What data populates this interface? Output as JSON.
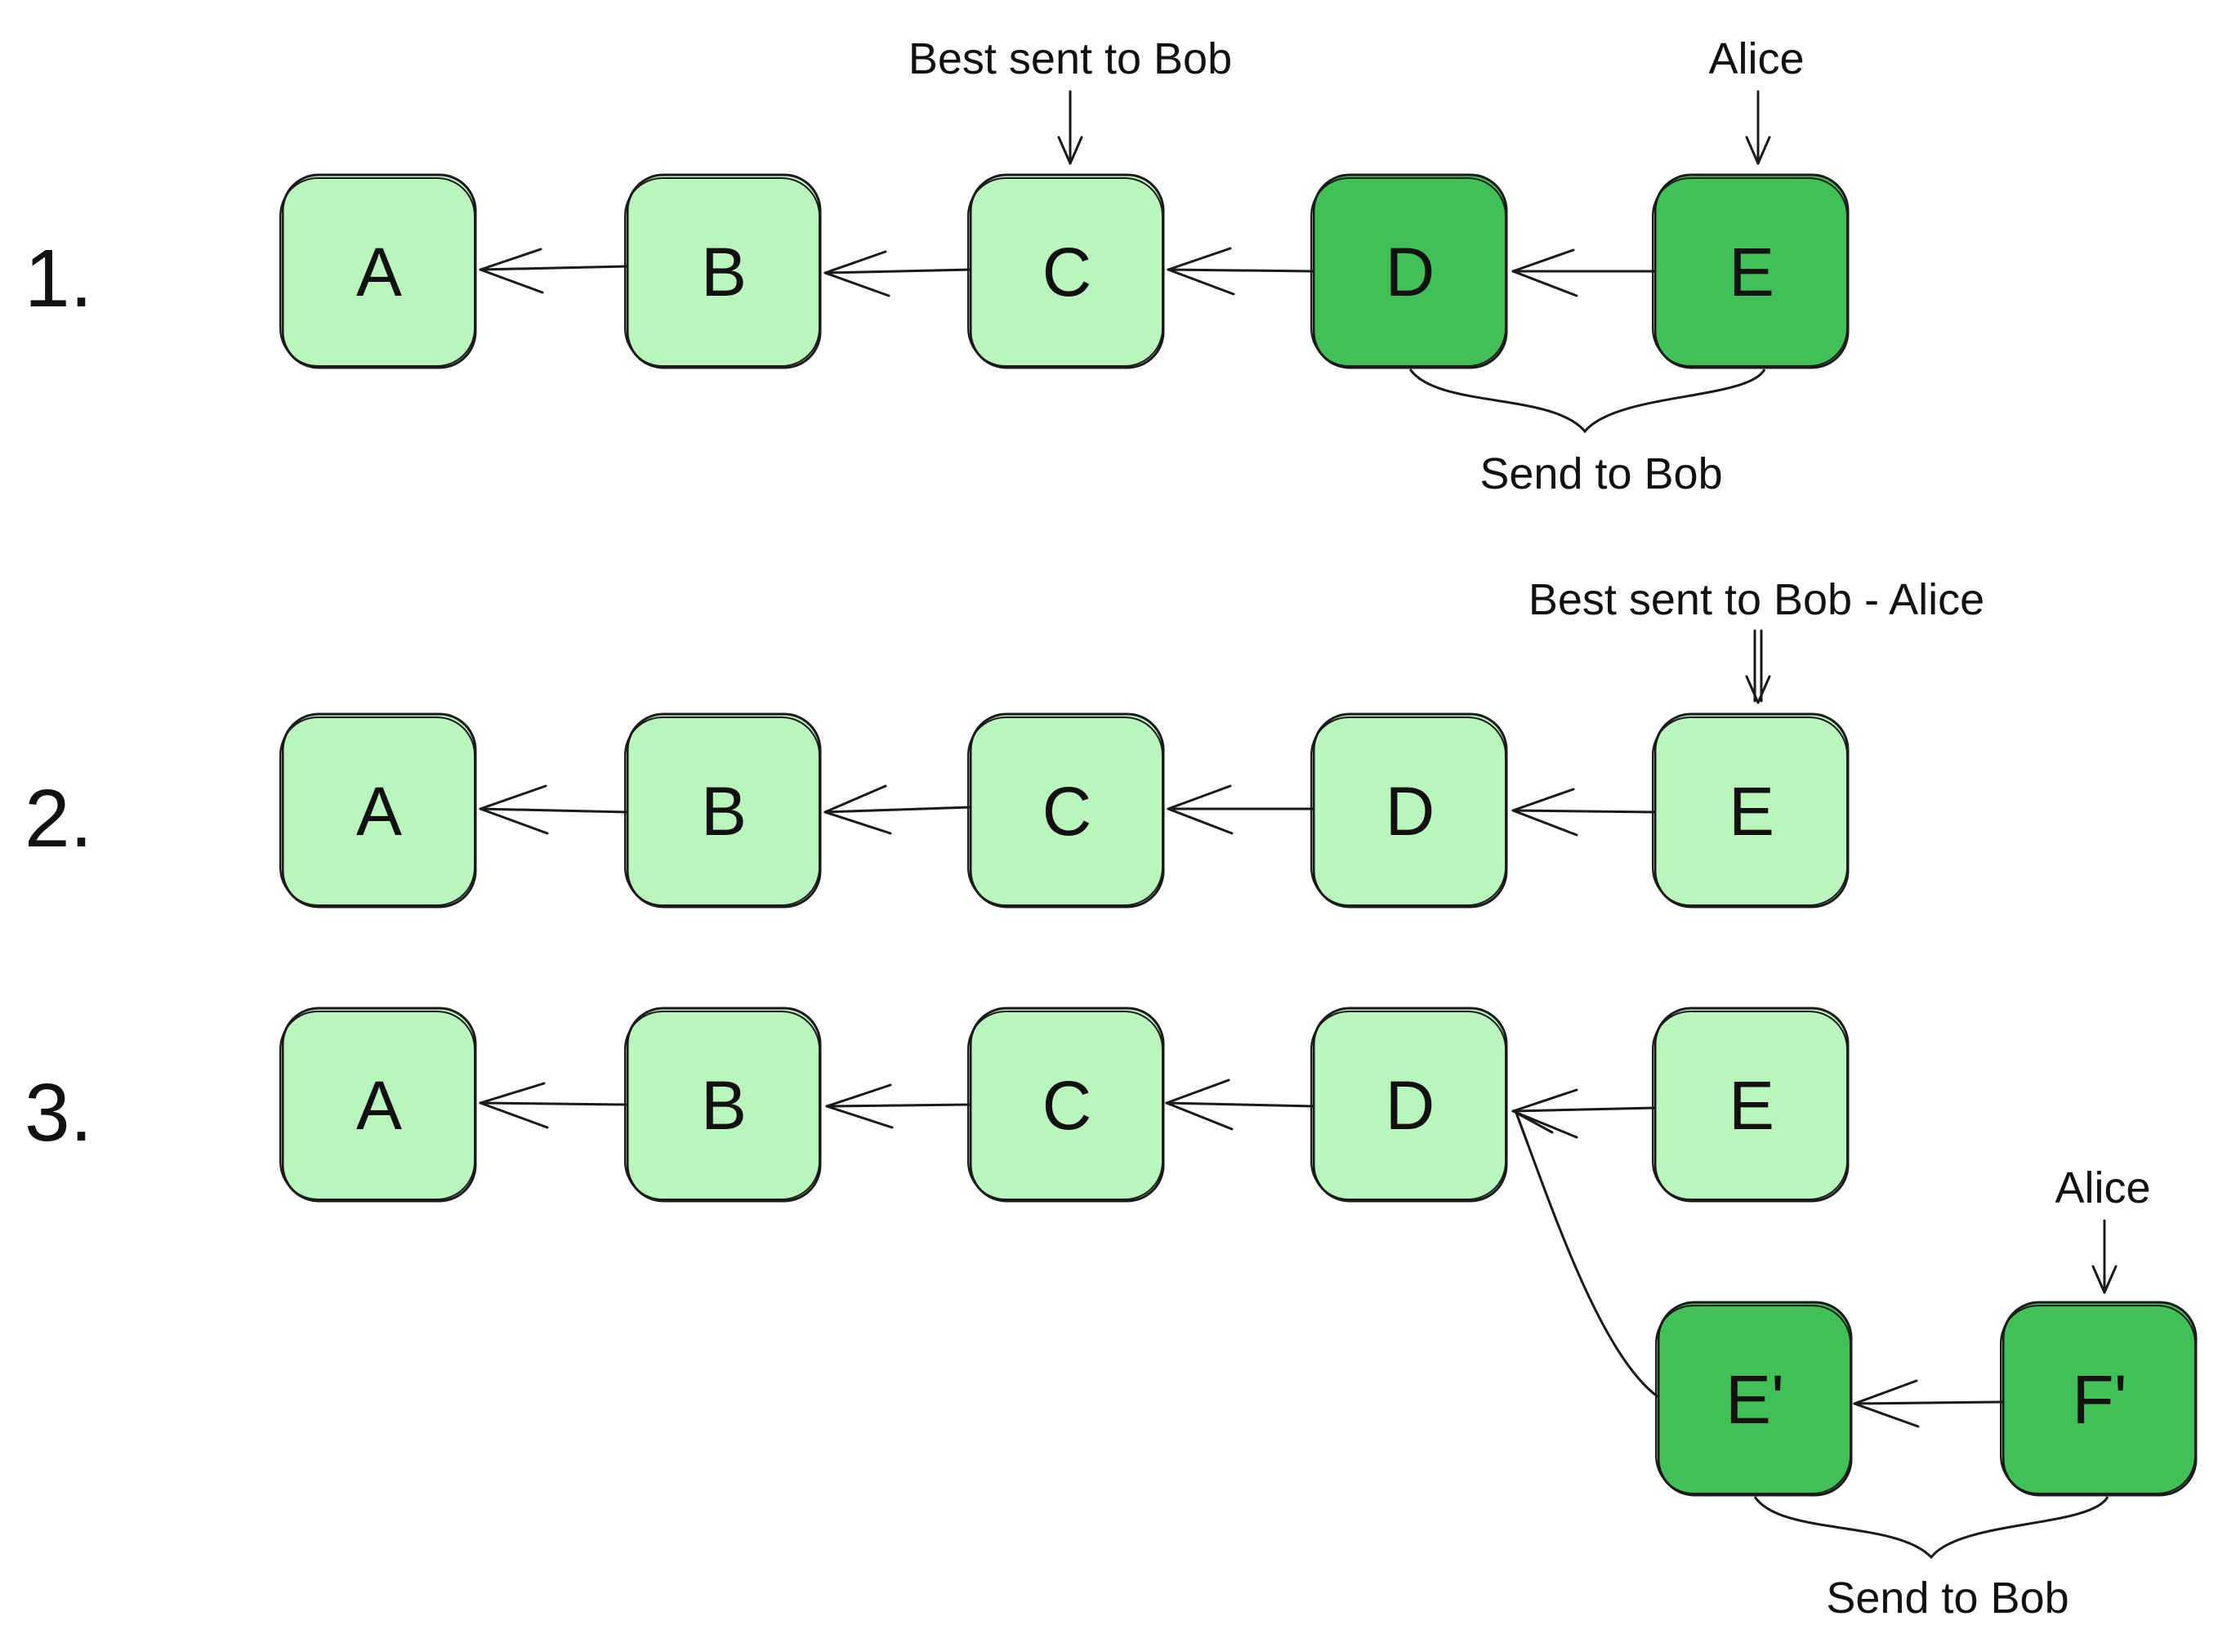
{
  "colors": {
    "light_fill": "#b9f5bc",
    "dark_fill": "#40c057",
    "stroke": "#1a1a1a",
    "background": "#ffffff"
  },
  "rows": [
    {
      "number": "1.",
      "nodes": [
        {
          "label": "A",
          "style": "light"
        },
        {
          "label": "B",
          "style": "light"
        },
        {
          "label": "C",
          "style": "light"
        },
        {
          "label": "D",
          "style": "dark"
        },
        {
          "label": "E",
          "style": "dark"
        }
      ],
      "annotations": {
        "best_marker": "Best sent to Bob",
        "alice_marker": "Alice",
        "send_brace": "Send to Bob"
      }
    },
    {
      "number": "2.",
      "nodes": [
        {
          "label": "A",
          "style": "light"
        },
        {
          "label": "B",
          "style": "light"
        },
        {
          "label": "C",
          "style": "light"
        },
        {
          "label": "D",
          "style": "light"
        },
        {
          "label": "E",
          "style": "light"
        }
      ],
      "annotations": {
        "best_marker": "Best sent to Bob - Alice"
      }
    },
    {
      "number": "3.",
      "nodes": [
        {
          "label": "A",
          "style": "light"
        },
        {
          "label": "B",
          "style": "light"
        },
        {
          "label": "C",
          "style": "light"
        },
        {
          "label": "D",
          "style": "light"
        },
        {
          "label": "E",
          "style": "light"
        }
      ],
      "fork_nodes": [
        {
          "label": "E'",
          "style": "dark"
        },
        {
          "label": "F'",
          "style": "dark"
        }
      ],
      "annotations": {
        "alice_marker": "Alice",
        "send_brace": "Send to Bob"
      }
    }
  ]
}
